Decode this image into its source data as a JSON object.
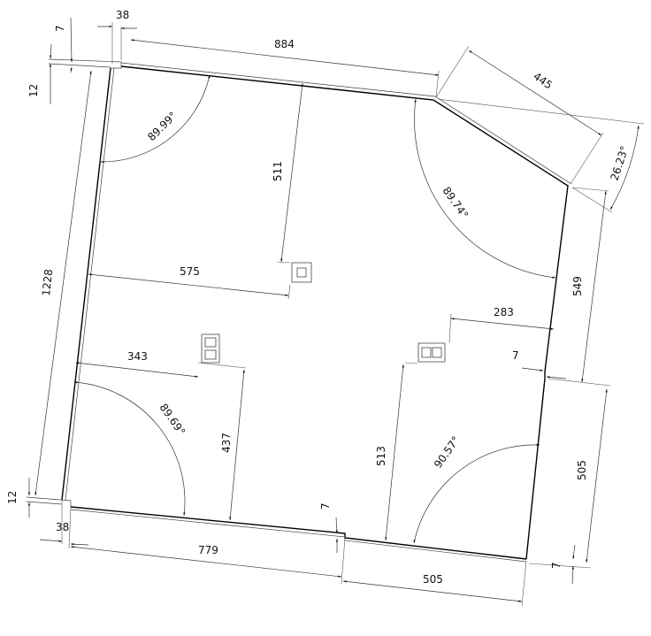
{
  "drawing": {
    "title": "Floor plan with dimensions",
    "dimensions": {
      "top_post_width": "38",
      "top_offset": "7",
      "top_left_wall": "12",
      "top_wall_length": "884",
      "diagonal_wall_length": "445",
      "diagonal_angle": "26.23°",
      "angle_top_left": "89.99°",
      "outlet_top_to_top_wall": "511",
      "outlet_top_to_left_wall": "575",
      "angle_top_right": "89.74°",
      "right_upper_wall": "549",
      "outlet_right_to_right_wall": "283",
      "right_step": "7",
      "outlet_left_to_left_wall": "343",
      "angle_bottom_left": "89.69°",
      "outlet_left_to_bottom_wall": "437",
      "outlet_right_to_bottom_wall": "513",
      "angle_bottom_right": "90.57°",
      "right_lower_wall": "505",
      "bottom_left_wall": "12",
      "bottom_step": "7",
      "bottom_post_width": "38",
      "bottom_left_length": "779",
      "bottom_right_length": "505",
      "bottom_right_offset": "7"
    },
    "left_wall_length": "1228"
  }
}
